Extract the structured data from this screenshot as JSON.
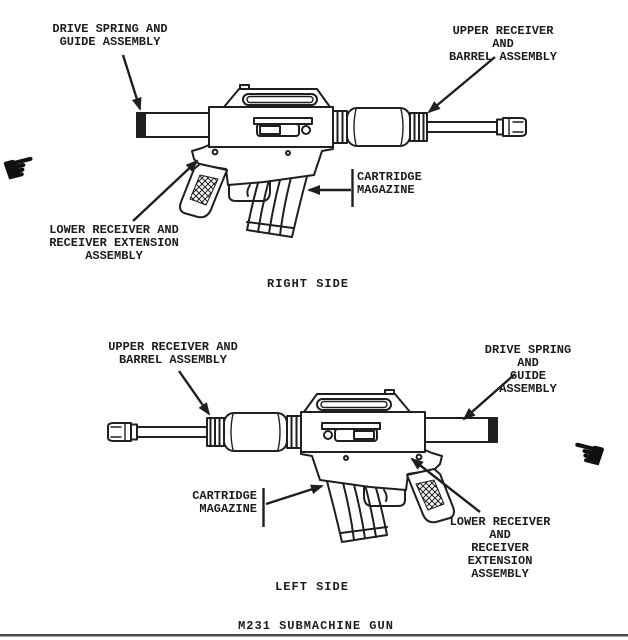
{
  "figure": {
    "title": "M231 SUBMACHINE GUN"
  },
  "right_view": {
    "caption": "RIGHT SIDE",
    "labels": {
      "drive_spring": "DRIVE SPRING AND\nGUIDE ASSEMBLY",
      "upper_receiver": "UPPER RECEIVER AND\nBARREL ASSEMBLY",
      "cartridge_magazine": "CARTRIDGE\nMAGAZINE",
      "lower_receiver": "LOWER RECEIVER AND\nRECEIVER EXTENSION\nASSEMBLY"
    }
  },
  "left_view": {
    "caption": "LEFT SIDE",
    "labels": {
      "upper_receiver": "UPPER RECEIVER AND\nBARREL ASSEMBLY",
      "drive_spring": "DRIVE SPRING AND\nGUIDE ASSEMBLY",
      "cartridge_magazine": "CARTRIDGE\nMAGAZINE",
      "lower_receiver": "LOWER RECEIVER AND\nRECEIVER EXTENSION\nASSEMBLY"
    }
  },
  "icons": {
    "pointing_hand_right": "☛",
    "pointing_hand_left": "☚"
  },
  "colors": {
    "ink": "#1f1f1f",
    "paper": "#ffffff",
    "rule": "#4a4a4a"
  }
}
